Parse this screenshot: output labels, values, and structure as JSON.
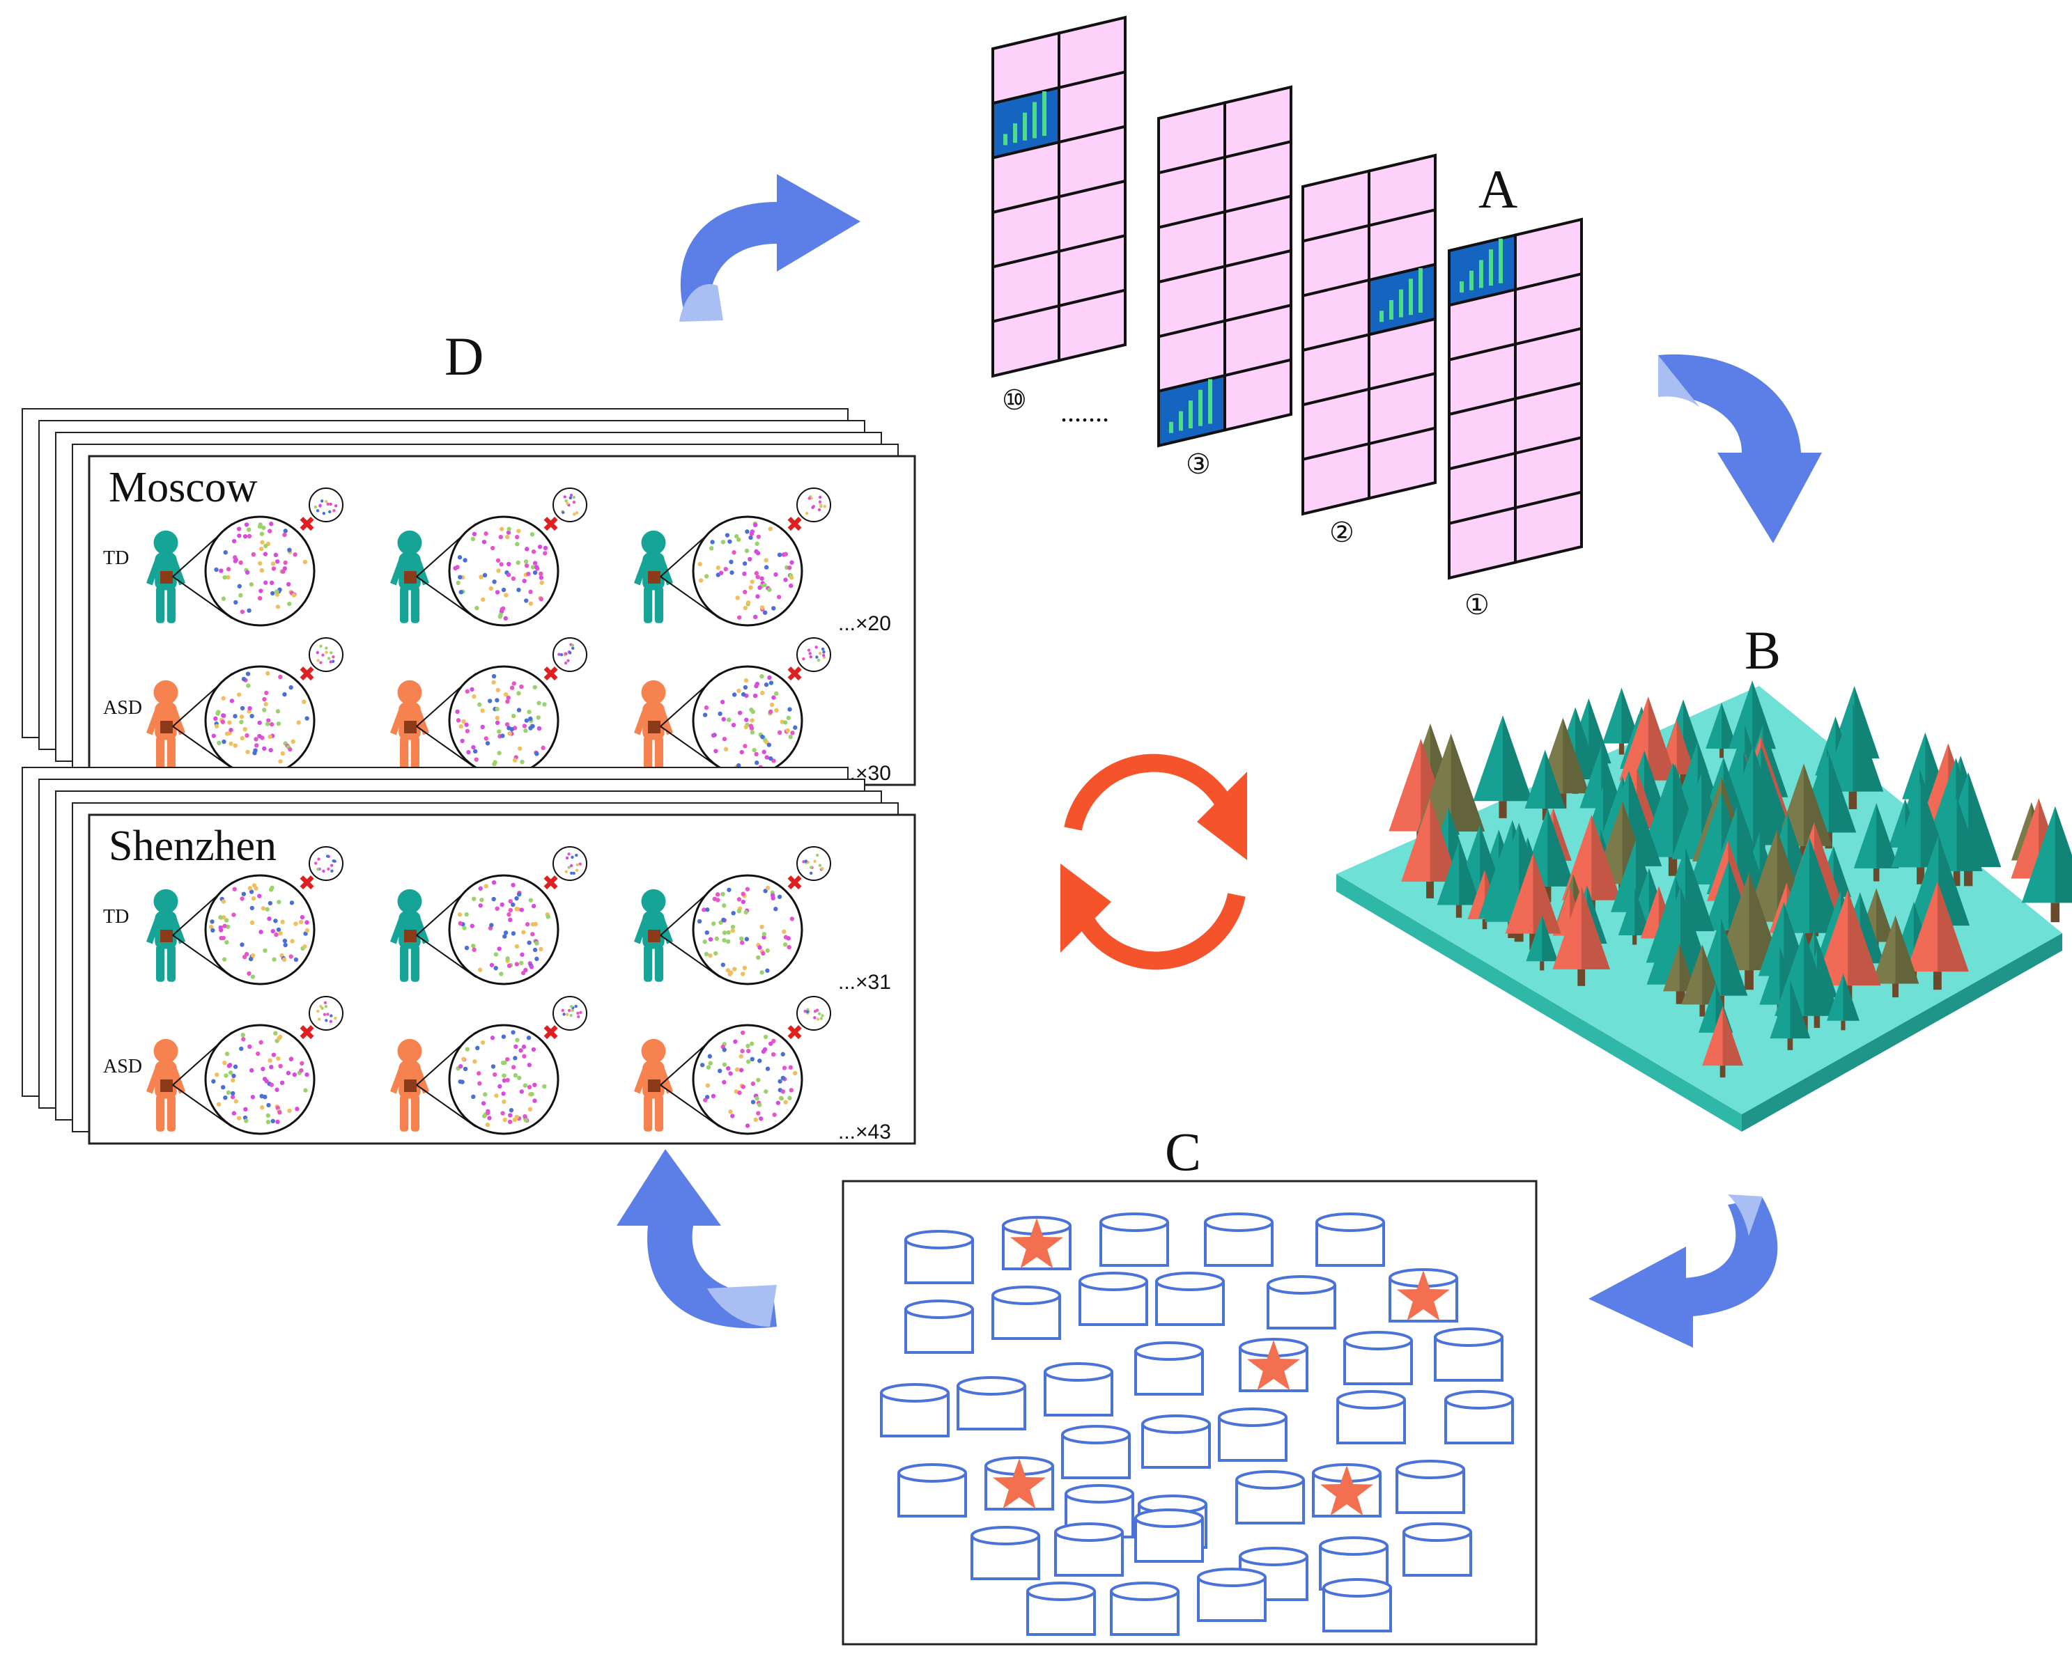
{
  "labels": {
    "a": "A",
    "b": "B",
    "c": "C",
    "d": "D"
  },
  "panel_a": {
    "frame_numbers": [
      "⑩",
      "③",
      "②",
      "①"
    ],
    "ellipsis": "......."
  },
  "panel_d": {
    "sites": [
      {
        "name": "Moscow",
        "rows": [
          {
            "group": "TD",
            "count": "...×20"
          },
          {
            "group": "ASD",
            "count": "...×30"
          }
        ]
      },
      {
        "name": "Shenzhen",
        "rows": [
          {
            "group": "TD",
            "count": "...×31"
          },
          {
            "group": "ASD",
            "count": "...×43"
          }
        ]
      }
    ]
  },
  "colors": {
    "td": "#16a497",
    "asd": "#f6834f",
    "arrow": "#5b7fe6",
    "arrow_light": "#a9bff3",
    "cycle": "#f5532b",
    "grid_cell": "#fcd2fb",
    "highlight_cell": "#1565c0",
    "forest_base": "#6fe0d5",
    "tree_teal": "#17a192",
    "tree_red": "#f06a55",
    "tree_olive": "#7a7a4a",
    "cylinder": "#4a72d8",
    "star": "#f26f4f"
  }
}
